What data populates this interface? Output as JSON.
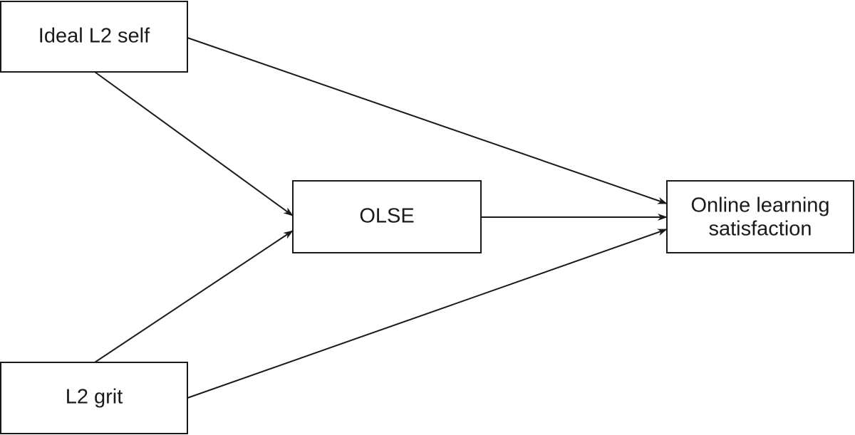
{
  "diagram": {
    "nodes": {
      "ideal_l2_self": {
        "lines": [
          "Ideal L2 self"
        ]
      },
      "olse": {
        "lines": [
          "OLSE"
        ]
      },
      "l2_grit": {
        "lines": [
          "L2 grit"
        ]
      },
      "online_learning_satisfaction": {
        "lines": [
          "Online learning",
          "satisfaction"
        ]
      }
    },
    "edges": [
      {
        "from": "ideal_l2_self",
        "to": "olse"
      },
      {
        "from": "ideal_l2_self",
        "to": "online_learning_satisfaction"
      },
      {
        "from": "l2_grit",
        "to": "olse"
      },
      {
        "from": "l2_grit",
        "to": "online_learning_satisfaction"
      },
      {
        "from": "olse",
        "to": "online_learning_satisfaction"
      }
    ],
    "colors": {
      "line": "#1a1a1a",
      "background": "#ffffff"
    }
  }
}
